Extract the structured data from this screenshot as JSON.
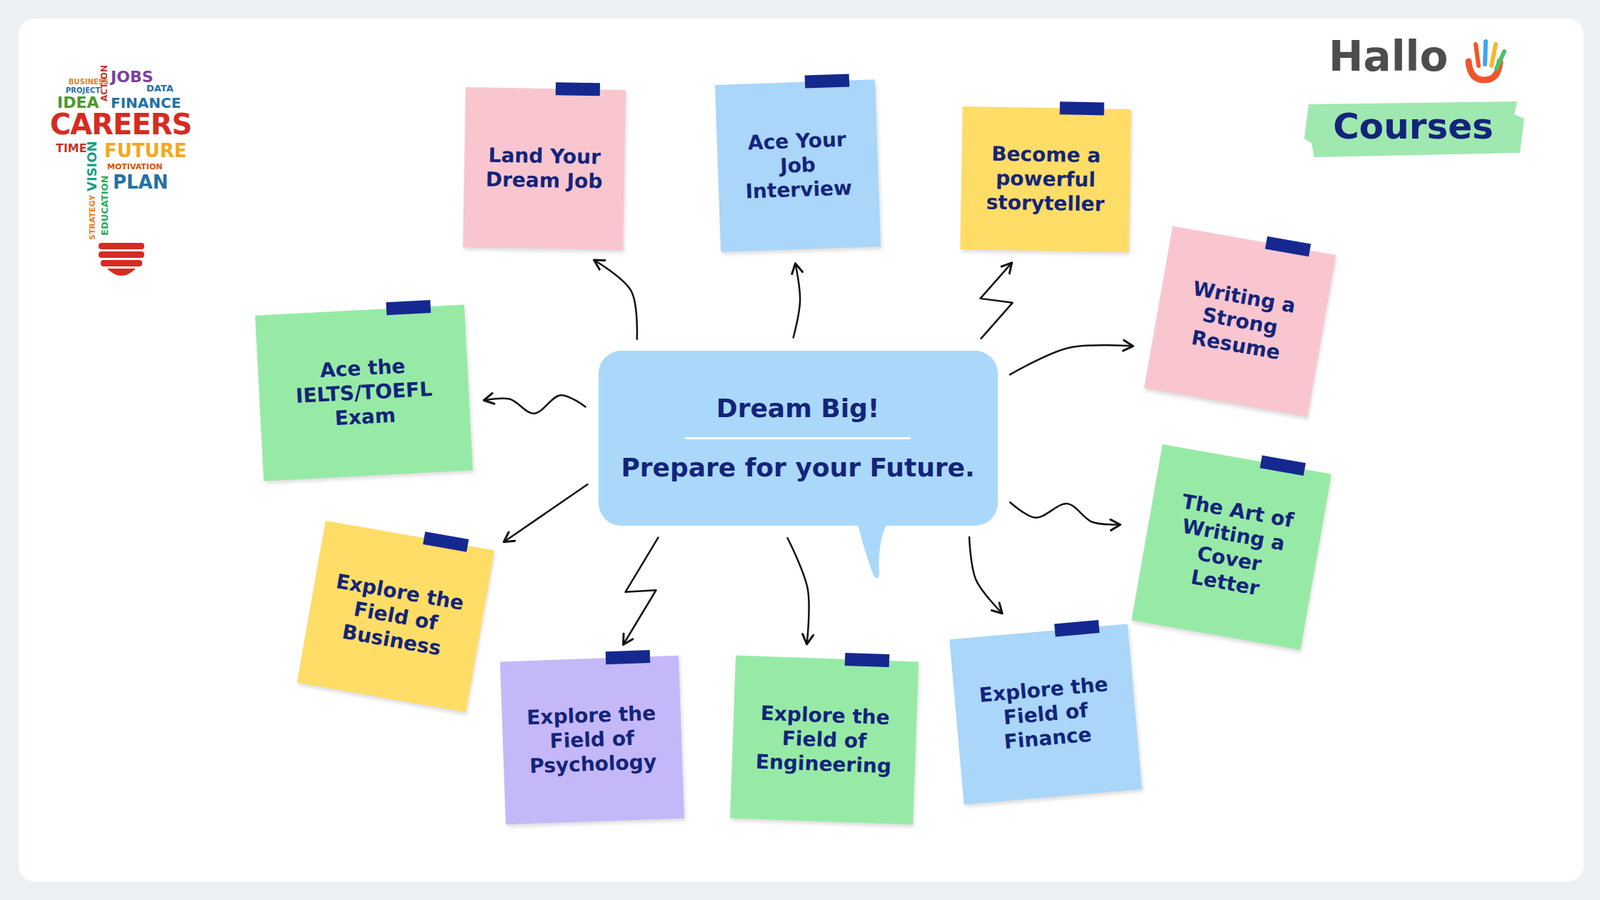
{
  "diagram": {
    "nodes": [
      {
        "text": [
          "Land Your Dream Job"
        ]
      },
      {
        "text": [
          "Ace Your Job Interview"
        ]
      },
      {
        "text": [
          "Become a powerful storyteller"
        ]
      },
      {
        "text": [
          "Writing a Strong Resume"
        ]
      },
      {
        "text": [
          "Ace the IELTS/TOEFL Exam"
        ]
      },
      {
        "text": [
          "Dream Big!",
          "Prepare for your Future."
        ]
      },
      {
        "text": [
          "The Art of Writing a Cover Letter"
        ]
      },
      {
        "text": [
          "Explore the Field of Business"
        ]
      },
      {
        "text": [
          "Explore the Field of Psychology"
        ]
      },
      {
        "text": [
          "Explore the Field of Engineering"
        ]
      },
      {
        "text": [
          "Explore the Field of Finance"
        ]
      }
    ],
    "edges": [
      {
        "from": 5,
        "to": 0,
        "arrow": "to"
      },
      {
        "from": 5,
        "to": 1,
        "arrow": "to"
      },
      {
        "from": 5,
        "to": 2,
        "arrow": "to"
      },
      {
        "from": 5,
        "to": 3,
        "arrow": "to"
      },
      {
        "from": 5,
        "to": 4,
        "arrow": "to"
      },
      {
        "from": 5,
        "to": 6,
        "arrow": "to"
      },
      {
        "from": 5,
        "to": 7,
        "arrow": "to"
      },
      {
        "from": 5,
        "to": 8,
        "arrow": "to"
      },
      {
        "from": 5,
        "to": 9,
        "arrow": "to"
      },
      {
        "from": 5,
        "to": 10,
        "arrow": "to"
      }
    ],
    "labels": [
      "JOBS",
      "ACTION",
      "DATA",
      "BUSINESS",
      "PROJECT",
      "IDEA",
      "FINANCE",
      "CAREERS",
      "TIME",
      "FUTURE",
      "VISION",
      "MOTIVATION",
      "PLAN",
      "STRATEGY",
      "EDUCATION",
      "Hallo",
      "Courses"
    ]
  }
}
